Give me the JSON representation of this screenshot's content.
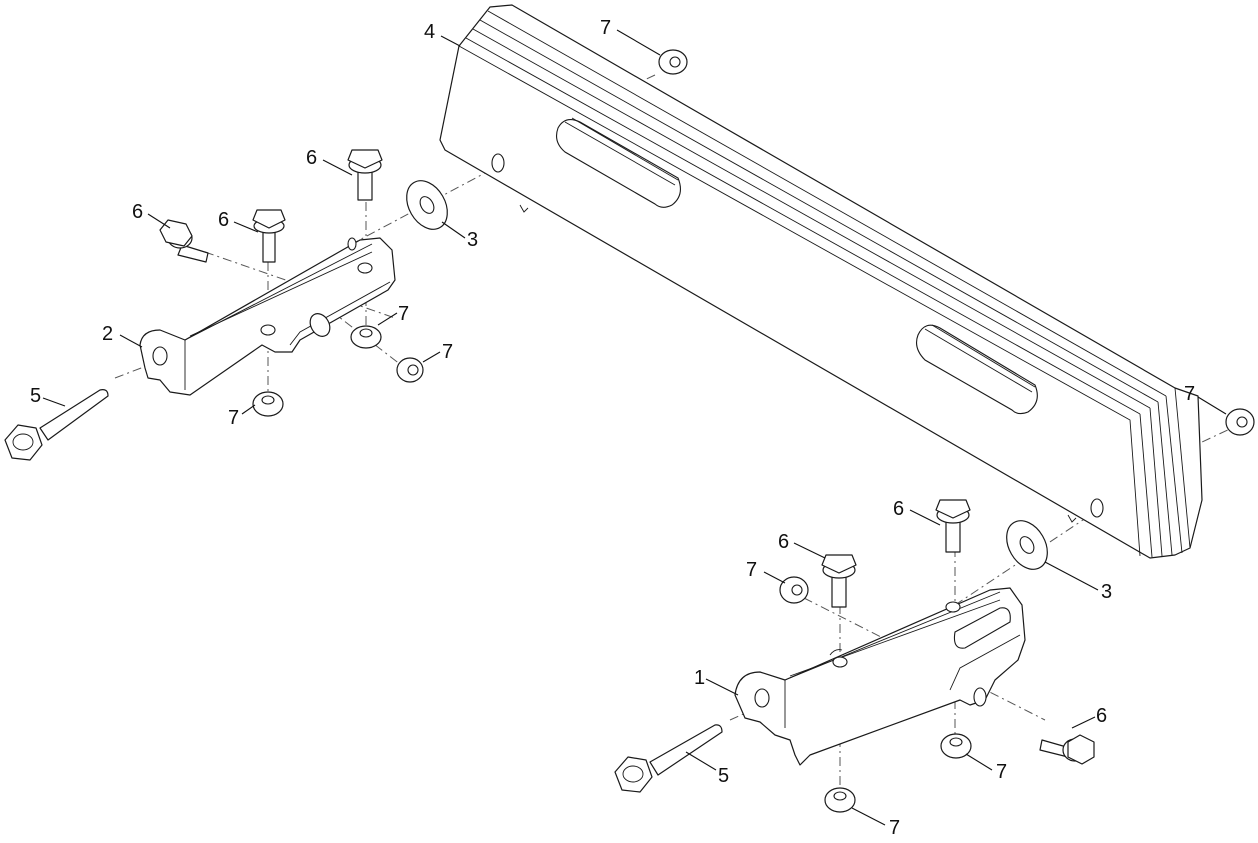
{
  "callouts": [
    {
      "id": "c4",
      "label": "4"
    },
    {
      "id": "c7a",
      "label": "7"
    },
    {
      "id": "c6a",
      "label": "6"
    },
    {
      "id": "c6b",
      "label": "6"
    },
    {
      "id": "c6c",
      "label": "6"
    },
    {
      "id": "c3a",
      "label": "3"
    },
    {
      "id": "c2",
      "label": "2"
    },
    {
      "id": "c7b",
      "label": "7"
    },
    {
      "id": "c7c",
      "label": "7"
    },
    {
      "id": "c5a",
      "label": "5"
    },
    {
      "id": "c7d",
      "label": "7"
    },
    {
      "id": "c7e",
      "label": "7"
    },
    {
      "id": "c6d",
      "label": "6"
    },
    {
      "id": "c6e",
      "label": "6"
    },
    {
      "id": "c7f",
      "label": "7"
    },
    {
      "id": "c3b",
      "label": "3"
    },
    {
      "id": "c1",
      "label": "1"
    },
    {
      "id": "c5b",
      "label": "5"
    },
    {
      "id": "c6f",
      "label": "6"
    },
    {
      "id": "c7g",
      "label": "7"
    },
    {
      "id": "c7h",
      "label": "7"
    }
  ]
}
